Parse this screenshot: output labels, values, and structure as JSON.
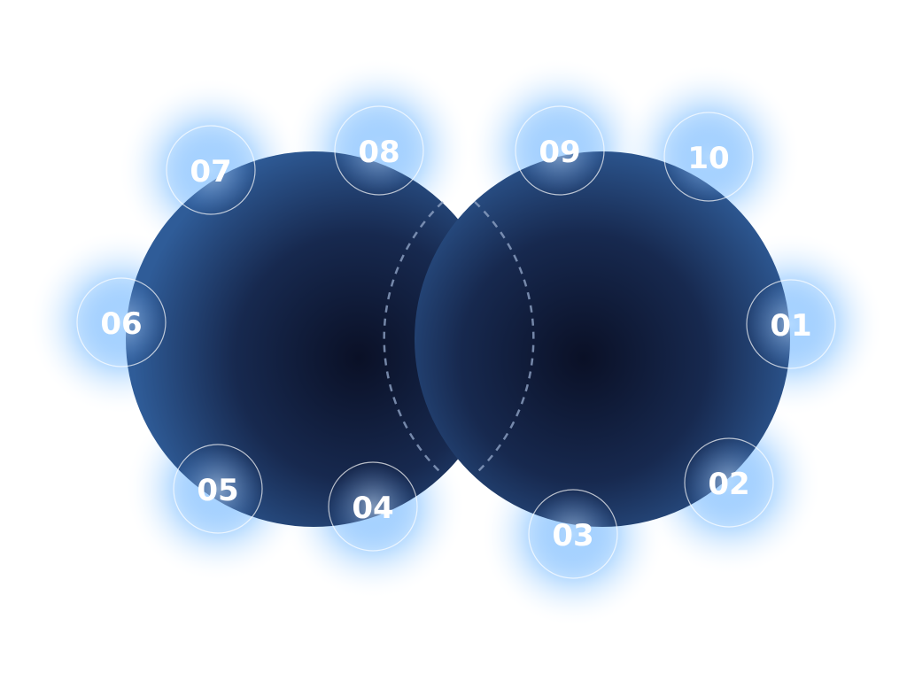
{
  "diagram": {
    "colors": {
      "circle_dark": "#0b1229",
      "circle_mid": "#2c5690",
      "glow": "#8ec8ff",
      "ring": "#ffffff"
    },
    "steps": [
      {
        "label": "01"
      },
      {
        "label": "02"
      },
      {
        "label": "03"
      },
      {
        "label": "04"
      },
      {
        "label": "05"
      },
      {
        "label": "06"
      },
      {
        "label": "07"
      },
      {
        "label": "08"
      },
      {
        "label": "09"
      },
      {
        "label": "10"
      }
    ]
  }
}
